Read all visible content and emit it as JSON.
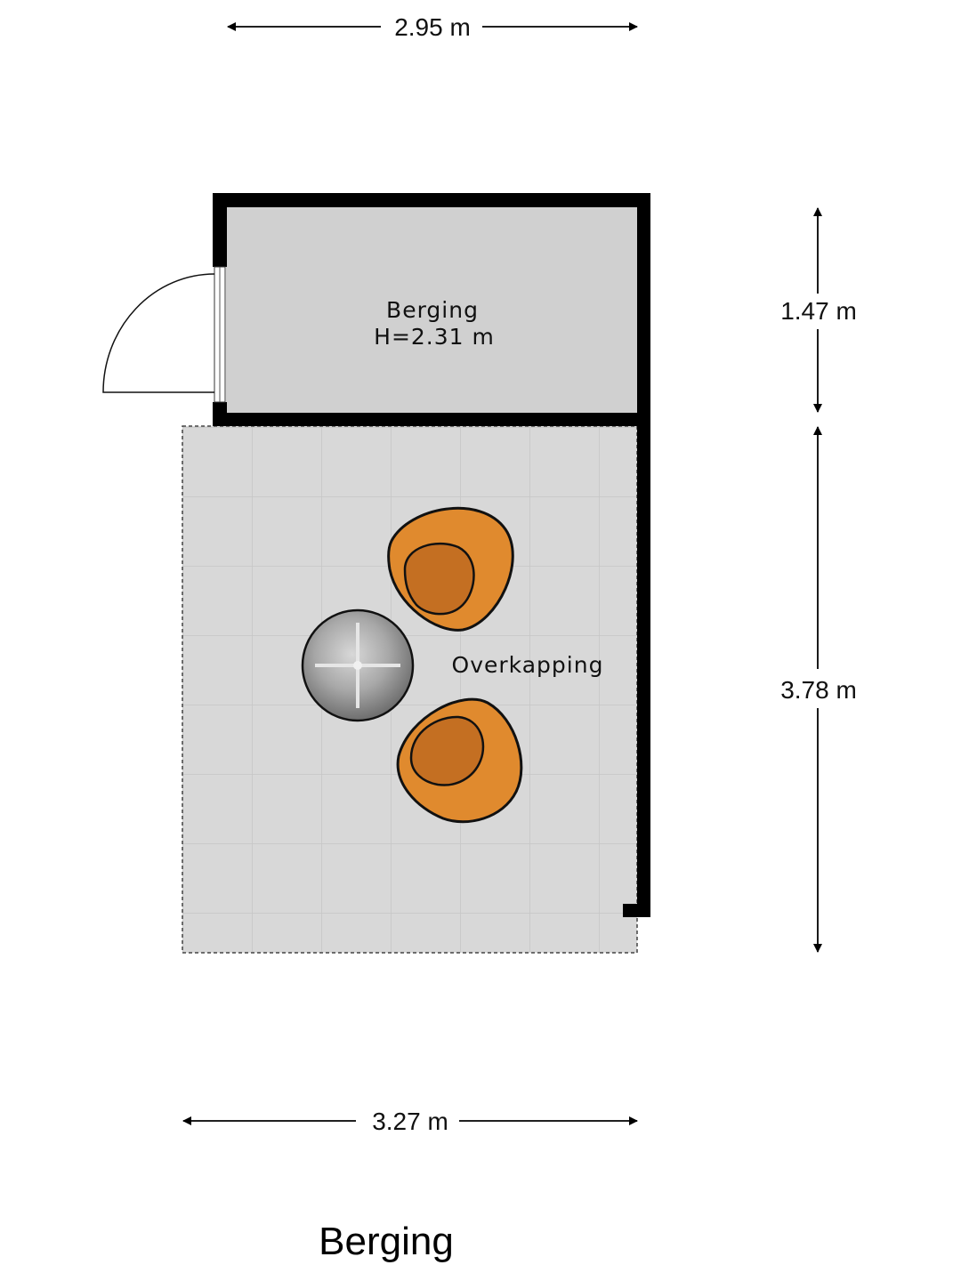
{
  "plan": {
    "title": "Berging",
    "rooms": [
      {
        "name": "Berging",
        "height_label": "H=2.31 m"
      },
      {
        "name": "Overkapping"
      }
    ],
    "dimensions": {
      "top_width": "2.95 m",
      "bottom_width": "3.27 m",
      "right_upper": "1.47 m",
      "right_lower": "3.78 m"
    },
    "furniture": [
      {
        "type": "armchair",
        "count": 2,
        "icon": "armchair-icon"
      },
      {
        "type": "round-table",
        "count": 1,
        "icon": "round-table-icon"
      }
    ],
    "colors": {
      "wall": "#000000",
      "storage_floor": "#d0d0d0",
      "patio_floor": "#d9d9d9",
      "tile_line": "#c8c8c8",
      "chair_outer": "#e08a2e",
      "chair_inner": "#c46f22",
      "table": "#9a9a9a"
    }
  }
}
